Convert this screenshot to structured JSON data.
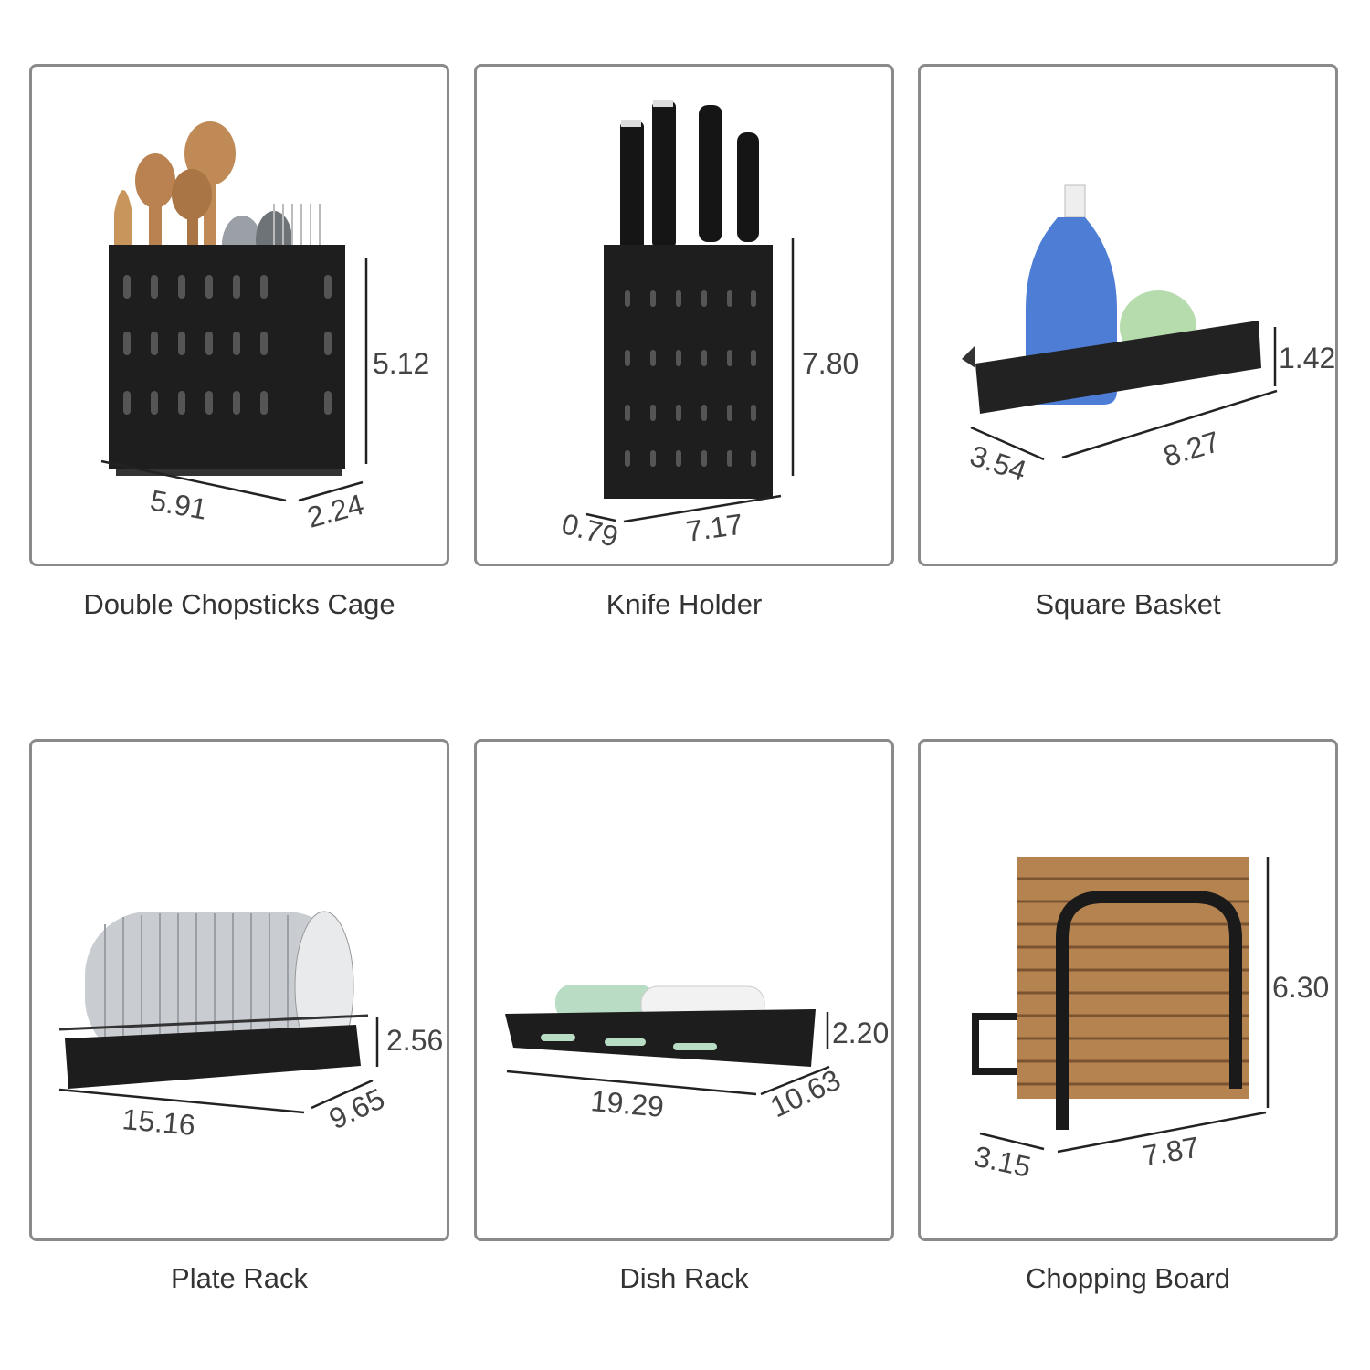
{
  "products": [
    {
      "name": "Double Chopsticks Cage",
      "dims": {
        "height": "5.12",
        "width": "5.91",
        "depth": "2.24"
      }
    },
    {
      "name": "Knife Holder",
      "dims": {
        "height": "7.80",
        "width": "7.17",
        "depth": "0.79"
      }
    },
    {
      "name": "Square Basket",
      "dims": {
        "height": "1.42",
        "width": "8.27",
        "depth": "3.54"
      }
    },
    {
      "name": "Plate Rack",
      "dims": {
        "height": "2.56",
        "width": "15.16",
        "depth": "9.65"
      }
    },
    {
      "name": "Dish Rack",
      "dims": {
        "height": "2.20",
        "width": "19.29",
        "depth": "10.63"
      }
    },
    {
      "name": "Chopping Board",
      "dims": {
        "height": "6.30",
        "width": "7.87",
        "depth": "3.15"
      }
    }
  ]
}
